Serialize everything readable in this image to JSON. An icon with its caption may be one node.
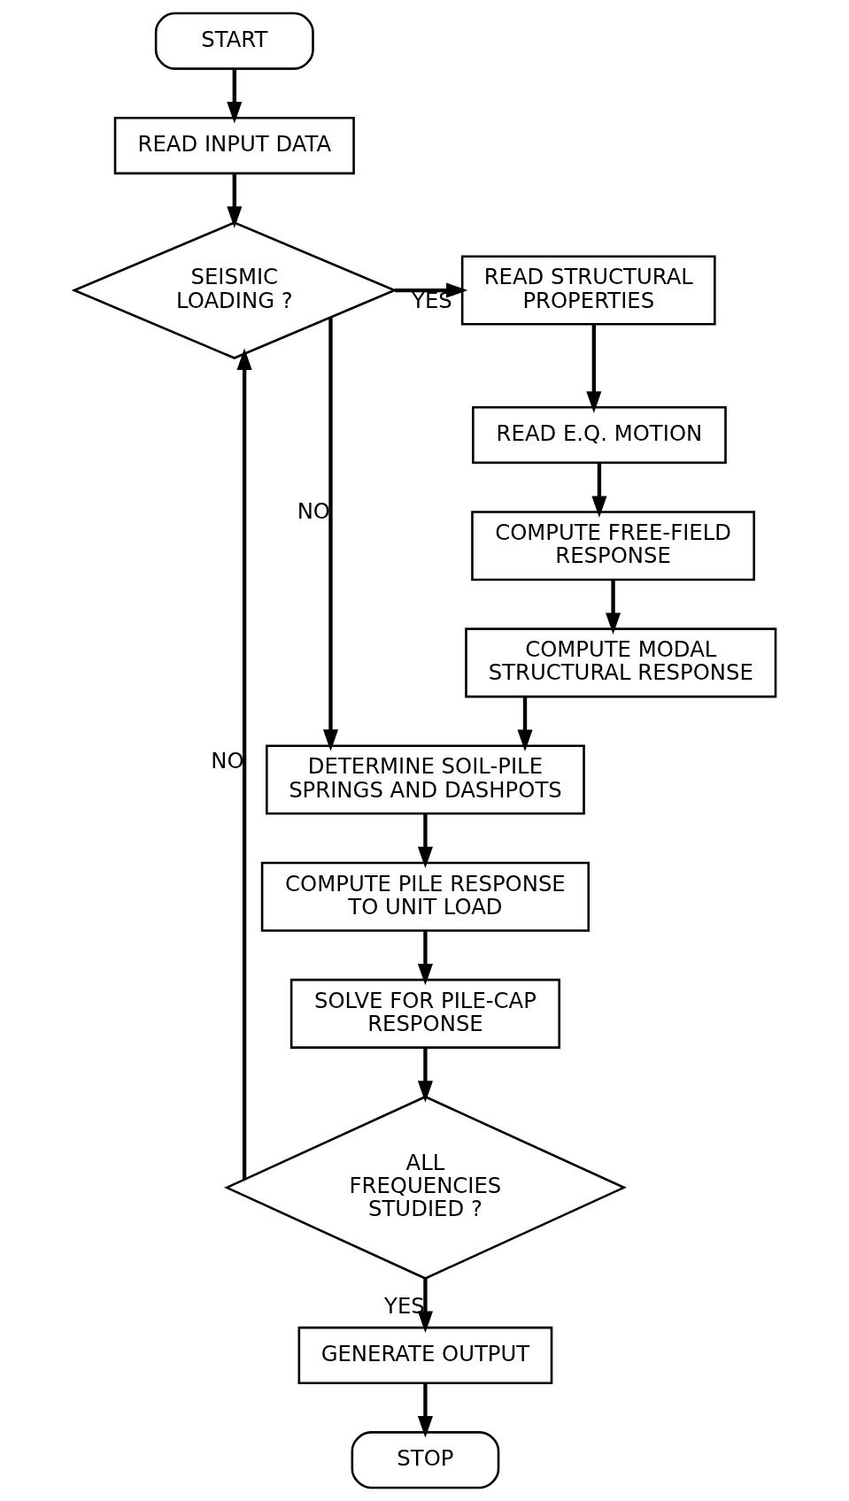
{
  "diagram": {
    "nodes": [
      {
        "text": [
          "START"
        ]
      },
      {
        "text": [
          "READ INPUT DATA"
        ]
      },
      {
        "text": [
          "SEISMIC LOADING ?"
        ]
      },
      {
        "text": [
          "READ STRUCTURAL PROPERTIES"
        ]
      },
      {
        "text": [
          "READ E.Q. MOTION"
        ]
      },
      {
        "text": [
          "COMPUTE FREE-FIELD RESPONSE"
        ]
      },
      {
        "text": [
          "COMPUTE MODAL STRUCTURAL RESPONSE"
        ]
      },
      {
        "text": [
          "DETERMINE SOIL-PILE SPRINGS AND DASHPOTS"
        ]
      },
      {
        "text": [
          "COMPUTE PILE RESPONSE TO UNIT LOAD"
        ]
      },
      {
        "text": [
          "SOLVE FOR PILE-CAP RESPONSE"
        ]
      },
      {
        "text": [
          "ALL FREQUENCIES STUDIED ?"
        ]
      },
      {
        "text": [
          "GENERATE OUTPUT"
        ]
      },
      {
        "text": [
          "STOP"
        ]
      }
    ],
    "edges": [
      {
        "from": 0,
        "to": 1,
        "arrow": "to"
      },
      {
        "from": 1,
        "to": 2,
        "arrow": "to"
      },
      {
        "from": 2,
        "to": 3,
        "arrow": "to",
        "label": "YES"
      },
      {
        "from": 3,
        "to": 4,
        "arrow": "to"
      },
      {
        "from": 4,
        "to": 5,
        "arrow": "to"
      },
      {
        "from": 5,
        "to": 6,
        "arrow": "to"
      },
      {
        "from": 2,
        "to": 7,
        "arrow": "to",
        "label": "NO"
      },
      {
        "from": 6,
        "to": 7,
        "arrow": "to"
      },
      {
        "from": 7,
        "to": 8,
        "arrow": "to"
      },
      {
        "from": 8,
        "to": 9,
        "arrow": "to"
      },
      {
        "from": 9,
        "to": 10,
        "arrow": "to"
      },
      {
        "from": 10,
        "to": 2,
        "arrow": "to",
        "label": "NO"
      },
      {
        "from": 10,
        "to": 11,
        "arrow": "to",
        "label": "YES"
      },
      {
        "from": 11,
        "to": 12,
        "arrow": "to"
      }
    ]
  }
}
